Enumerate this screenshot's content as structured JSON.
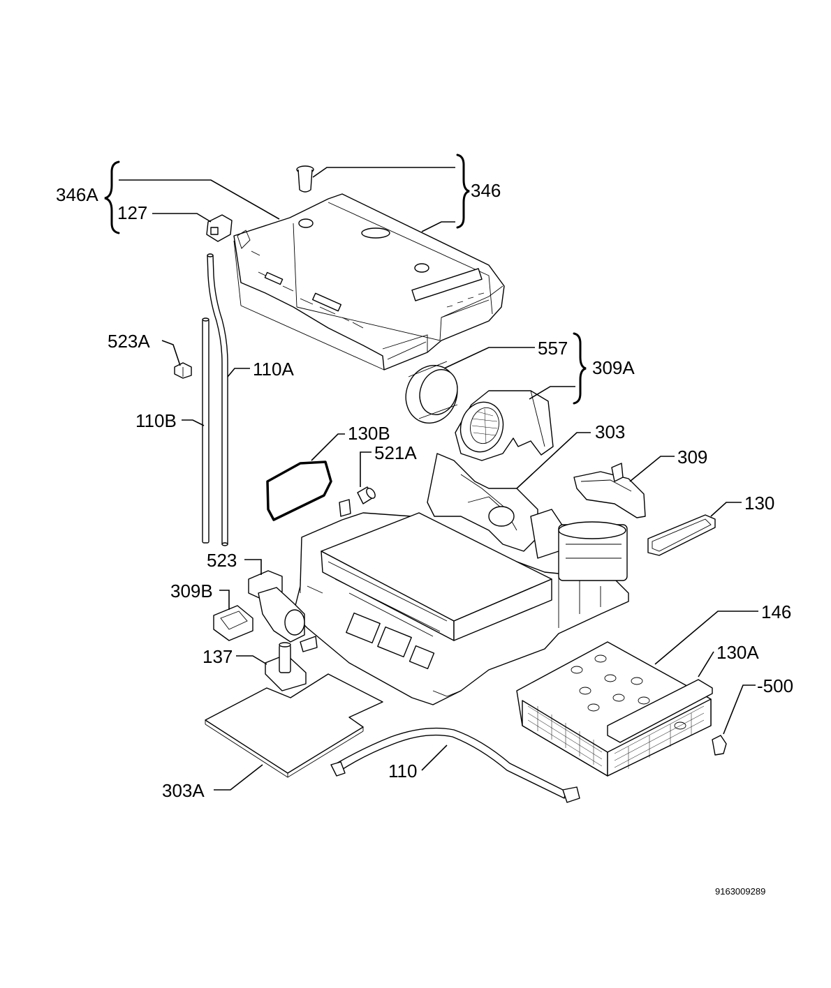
{
  "callouts": {
    "c346A": "346A",
    "c127": "127",
    "c346": "346",
    "c523A": "523A",
    "c110A": "110A",
    "c110B": "110B",
    "c557": "557",
    "c309A": "309A",
    "c130B": "130B",
    "c521A": "521A",
    "c303": "303",
    "c309": "309",
    "c130": "130",
    "c523": "523",
    "c309B": "309B",
    "c146": "146",
    "c130A": "130A",
    "c500": "-500",
    "c137": "137",
    "c110": "110",
    "c303A": "303A"
  },
  "drawing_number": "9163009289"
}
